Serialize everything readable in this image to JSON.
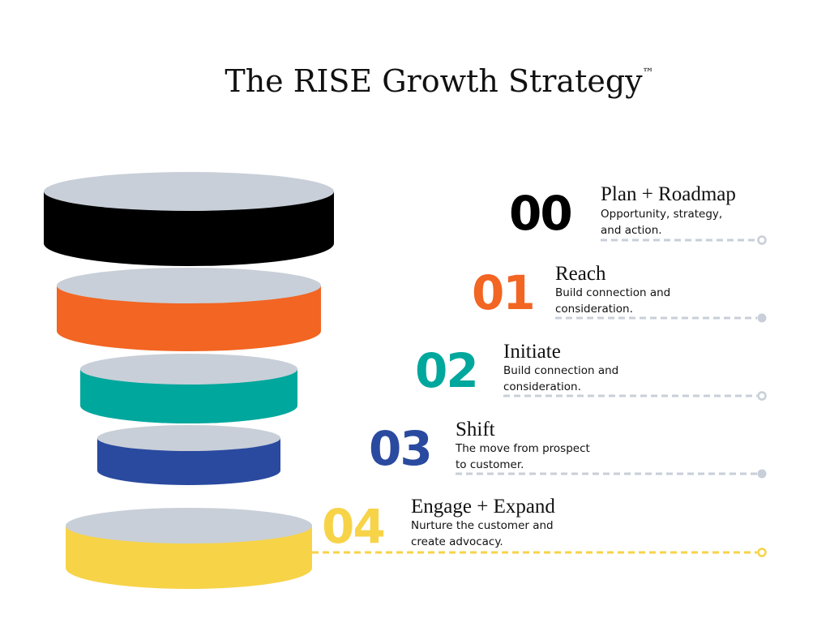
{
  "title": "The RISE Growth Strategy",
  "trademark": "™",
  "colors": {
    "black": "#000000",
    "orange": "#f26522",
    "teal": "#00a79d",
    "blue": "#2a4a9f",
    "yellow": "#f7d348",
    "disc_top": "#c8cfd8",
    "dash": "#c8cfd8"
  },
  "stages": [
    {
      "number": "00",
      "title": "Plan + Roadmap",
      "desc1": "Opportunity, strategy,",
      "desc2": "and action."
    },
    {
      "number": "01",
      "title": "Reach",
      "desc1": "Build connection and",
      "desc2": "consideration."
    },
    {
      "number": "02",
      "title": "Initiate",
      "desc1": "Build connection and",
      "desc2": "consideration."
    },
    {
      "number": "03",
      "title": "Shift",
      "desc1": "The move from prospect",
      "desc2": "to customer."
    },
    {
      "number": "04",
      "title": "Engage + Expand",
      "desc1": "Nurture the customer and",
      "desc2": "create advocacy."
    }
  ]
}
